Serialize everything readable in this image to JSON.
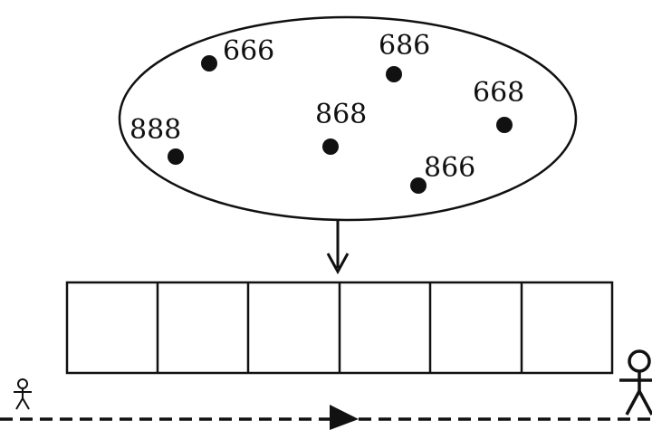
{
  "numbers": [
    {
      "label": "666",
      "dot": [
        231,
        70
      ],
      "text": [
        246,
        66
      ]
    },
    {
      "label": "686",
      "dot": [
        435,
        82
      ],
      "text": [
        418,
        60
      ]
    },
    {
      "label": "668",
      "dot": [
        557,
        138
      ],
      "text": [
        522,
        112
      ]
    },
    {
      "label": "888",
      "dot": [
        194,
        173
      ],
      "text": [
        143,
        153
      ]
    },
    {
      "label": "868",
      "dot": [
        365,
        162
      ],
      "text": [
        348,
        136
      ]
    },
    {
      "label": "866",
      "dot": [
        462,
        205
      ],
      "text": [
        468,
        195
      ]
    }
  ],
  "boxes": {
    "count": 6
  },
  "colors": {
    "stroke": "#111111",
    "background": "#ffffff"
  },
  "icons": {
    "start": "small-person-icon",
    "end": "large-person-icon",
    "direction": "right-triangle-arrow-icon",
    "down": "down-arrow-icon"
  }
}
